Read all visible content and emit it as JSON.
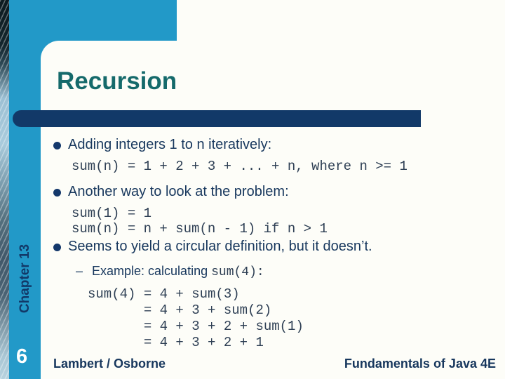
{
  "slide": {
    "title": "Recursion",
    "chapter_label": "Chapter 13",
    "page_number": "6",
    "footer_left": "Lambert / Osborne",
    "footer_right": "Fundamentals of Java 4E",
    "bullets": [
      {
        "label": "Adding integers 1 to n iteratively:",
        "code": [
          "sum(n) = 1 + 2 + 3 + ... + n, where n >= 1"
        ]
      },
      {
        "label": "Another way to look at the problem:",
        "code": [
          "sum(1) = 1",
          "sum(n) = n + sum(n - 1) if n > 1"
        ]
      },
      {
        "label": "Seems to yield a circular definition, but it doesn’t.",
        "sub_bullet": {
          "dash": "–",
          "text_sans": "Example: calculating ",
          "text_mono": "sum(4):"
        },
        "code": [
          "sum(4) = 4 + sum(3)",
          "       = 4 + 3 + sum(2)",
          "       = 4 + 3 + 2 + sum(1)",
          "       = 4 + 3 + 2 + 1"
        ]
      }
    ]
  },
  "colors": {
    "accent_blue": "#2299C8",
    "navy_bar": "#123968",
    "title_teal": "#156A6B",
    "body_text": "#17375D",
    "code_text": "#2E3F54",
    "panel_background": "#FDFDF8",
    "page_number_text": "#FFFFFF"
  }
}
